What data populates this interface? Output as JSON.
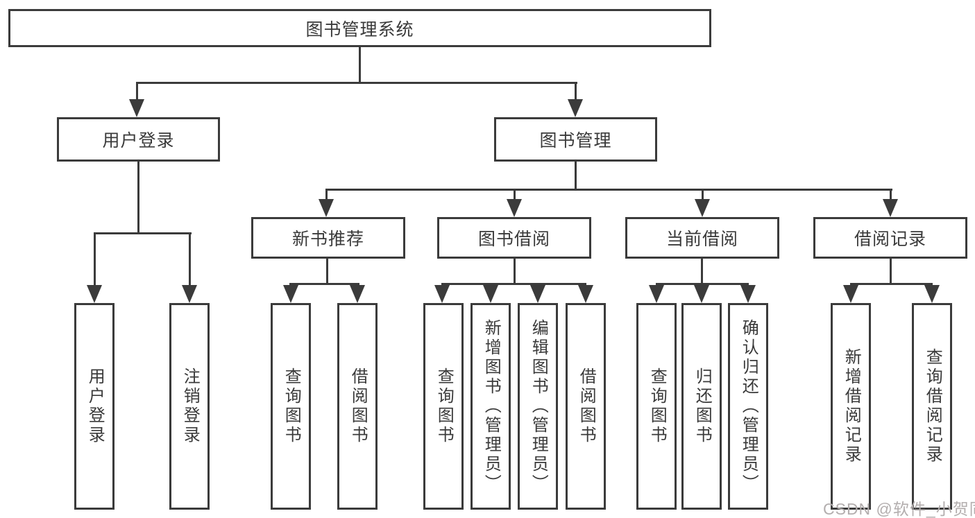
{
  "tree": {
    "root": {
      "label": "图书管理系统"
    },
    "branches": [
      {
        "label": "用户登录",
        "children": [
          {
            "label": "用户登录"
          },
          {
            "label": "注销登录"
          }
        ]
      },
      {
        "label": "图书管理",
        "children": [
          {
            "label": "新书推荐",
            "children": [
              {
                "label": "查询图书"
              },
              {
                "label": "借阅图书"
              }
            ]
          },
          {
            "label": "图书借阅",
            "children": [
              {
                "label": "查询图书"
              },
              {
                "label": "新增图书（管理员）"
              },
              {
                "label": "编辑图书（管理员）"
              },
              {
                "label": "借阅图书"
              }
            ]
          },
          {
            "label": "当前借阅",
            "children": [
              {
                "label": "查询图书"
              },
              {
                "label": "归还图书"
              },
              {
                "label": "确认归还（管理员）"
              }
            ]
          },
          {
            "label": "借阅记录",
            "children": [
              {
                "label": "新增借阅记录"
              },
              {
                "label": "查询借阅记录"
              }
            ]
          }
        ]
      }
    ]
  },
  "watermark": {
    "text": "CSDN @软件_小贺同学"
  },
  "colors": {
    "line": "#3b3b3b",
    "text": "#3a3a3a",
    "background": "#ffffff",
    "watermark": "#b3aeae"
  }
}
